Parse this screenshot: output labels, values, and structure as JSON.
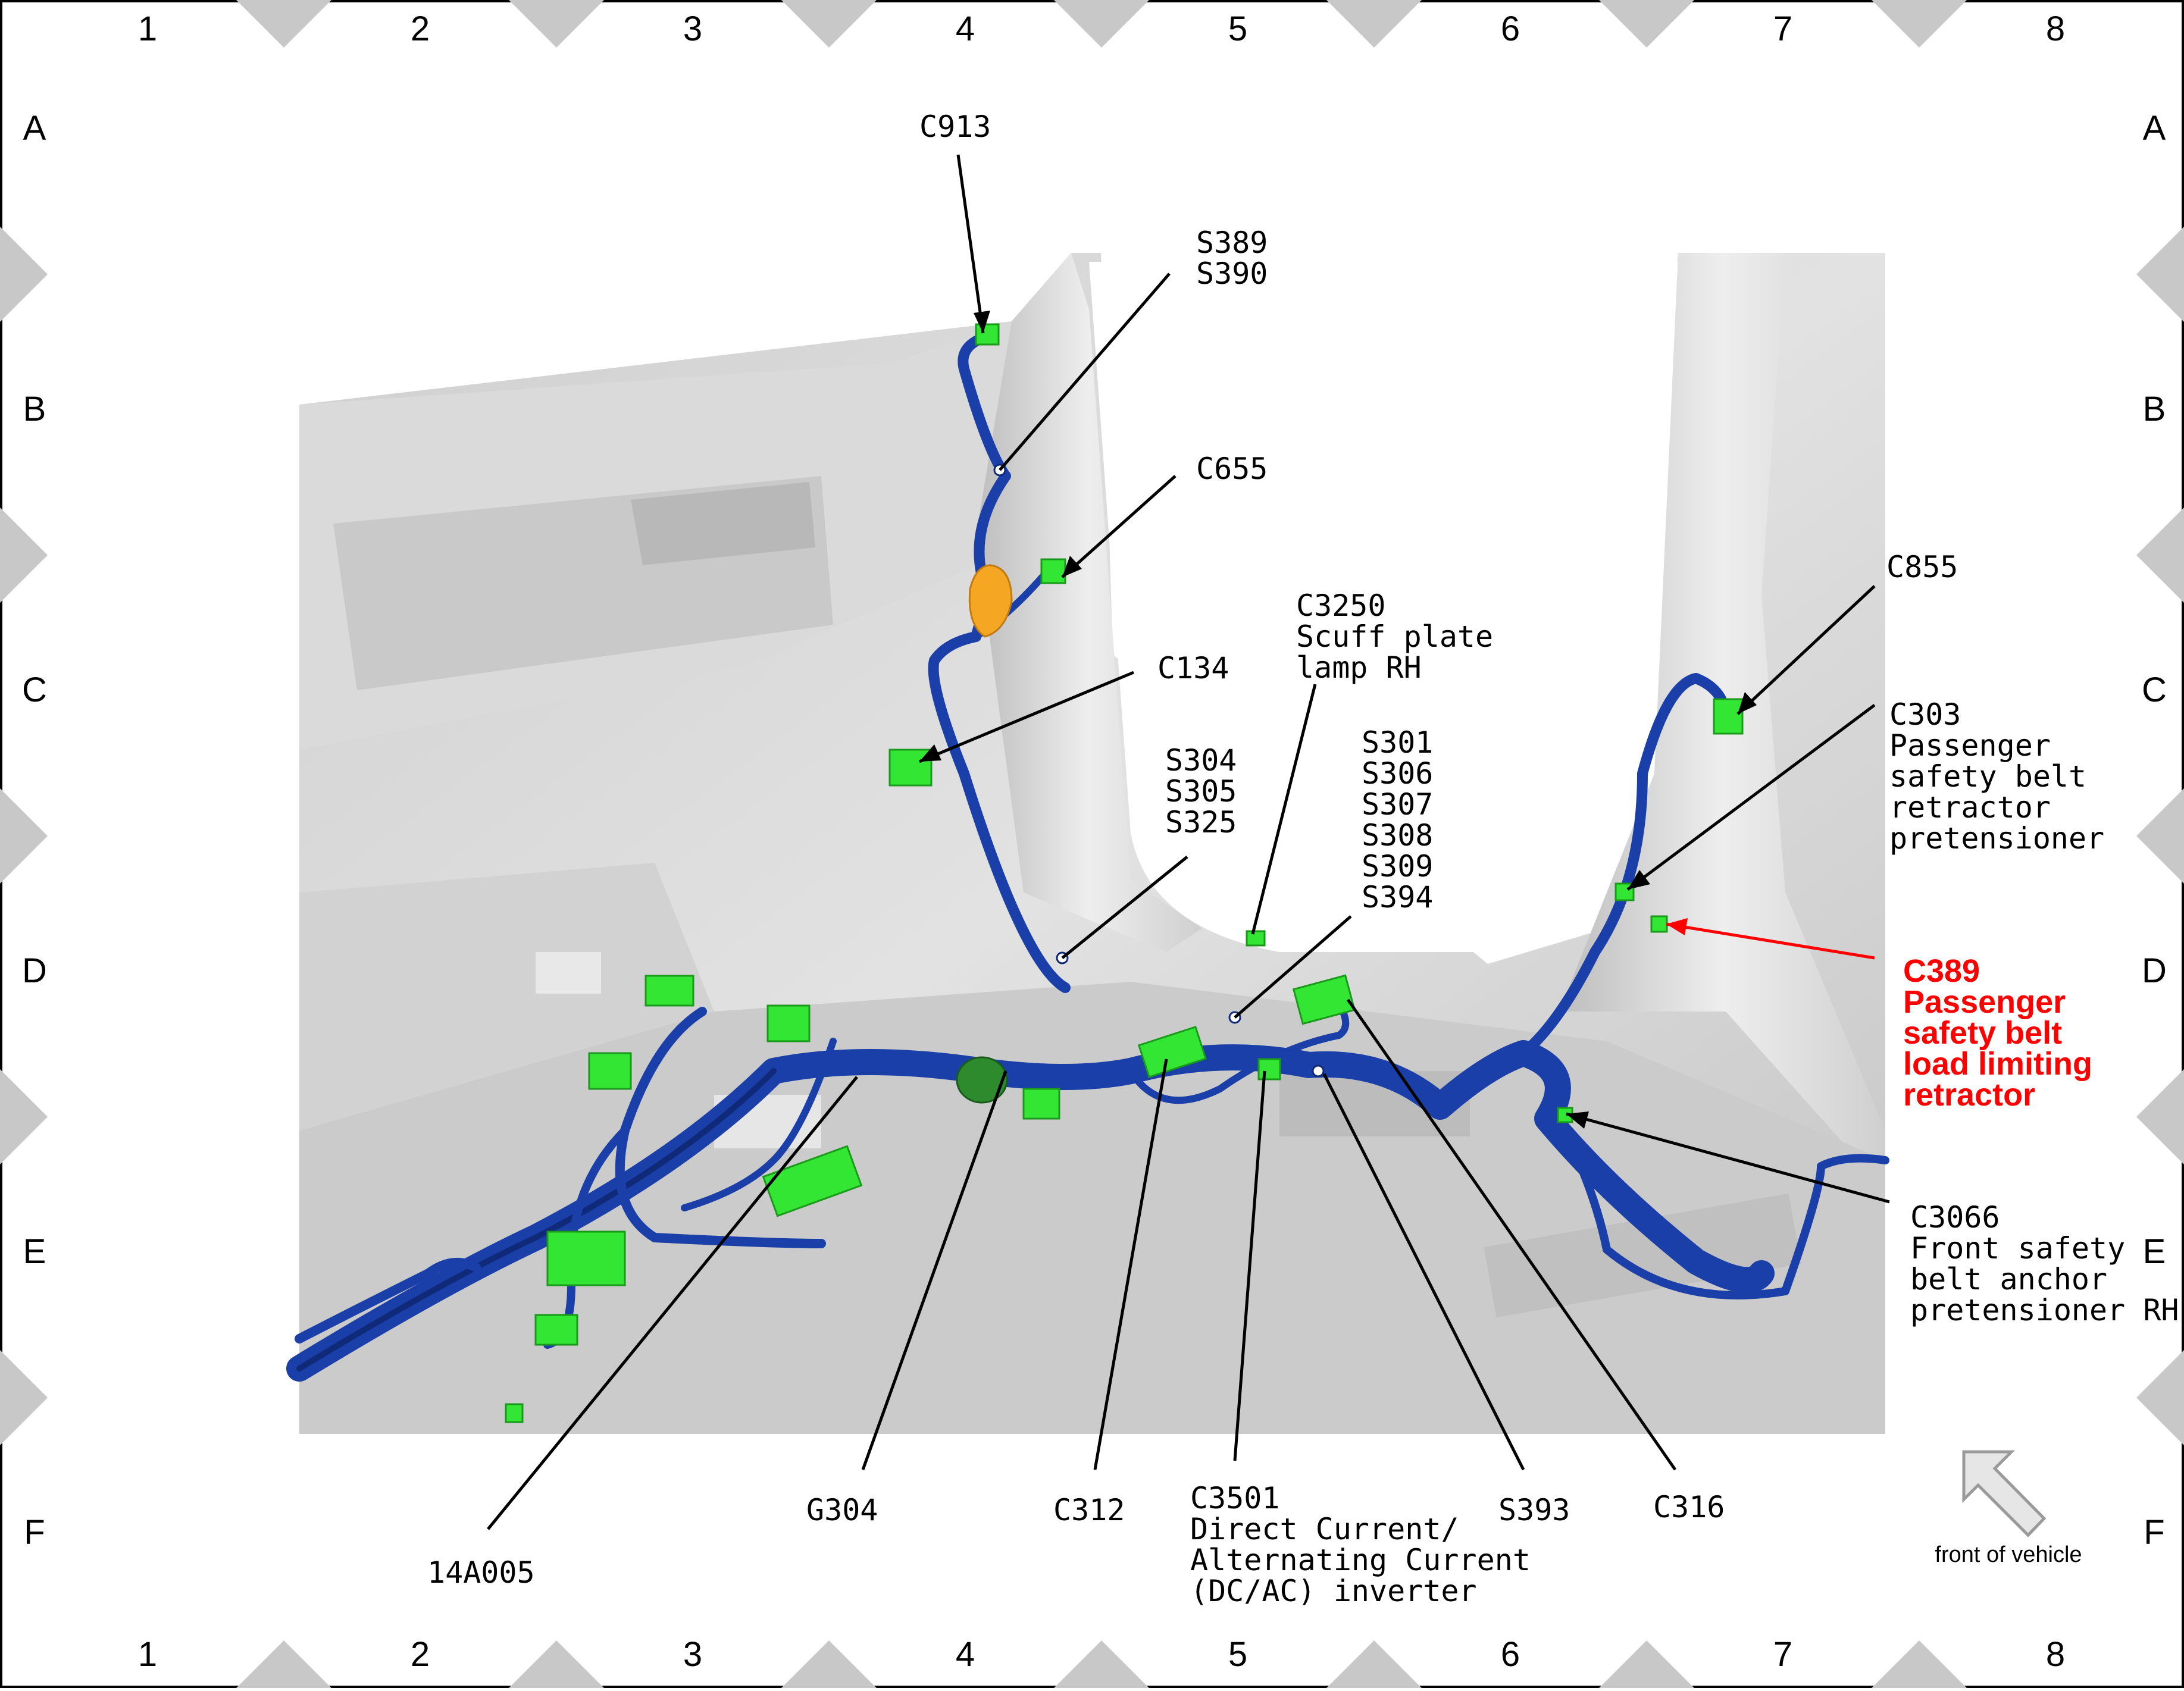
{
  "grid": {
    "columns": [
      "1",
      "2",
      "3",
      "4",
      "5",
      "6",
      "7",
      "8"
    ],
    "rows": [
      "A",
      "B",
      "C",
      "D",
      "E",
      "F"
    ]
  },
  "colors": {
    "harness": "#1a3fa8",
    "harness_dark": "#102a7a",
    "connector": "#33e633",
    "connector_edge": "#1a9a1a",
    "highlight": "#ff0000",
    "body": "#d6d6d6",
    "marker": "#c8c8c8",
    "orange_part": "#f5a623"
  },
  "callouts": {
    "c913": {
      "lines": [
        "C913"
      ]
    },
    "s389": {
      "lines": [
        "S389",
        "S390"
      ]
    },
    "c655": {
      "lines": [
        "C655"
      ]
    },
    "c134": {
      "lines": [
        "C134"
      ]
    },
    "c3250": {
      "lines": [
        "C3250",
        "Scuff plate",
        "lamp RH"
      ]
    },
    "s304": {
      "lines": [
        "S304",
        "S305",
        "S325"
      ]
    },
    "s301": {
      "lines": [
        "S301",
        "S306",
        "S307",
        "S308",
        "S309",
        "S394"
      ]
    },
    "c855": {
      "lines": [
        "C855"
      ]
    },
    "c303": {
      "lines": [
        "C303",
        "Passenger",
        "safety belt",
        "retractor",
        "pretensioner"
      ]
    },
    "c389": {
      "lines": [
        "C389",
        "Passenger",
        "safety belt",
        "load limiting",
        "retractor"
      ],
      "highlighted": true
    },
    "c3066": {
      "lines": [
        "C3066",
        "Front safety",
        "belt anchor",
        "pretensioner RH"
      ]
    },
    "a14a005": {
      "lines": [
        "14A005"
      ]
    },
    "g304": {
      "lines": [
        "G304"
      ]
    },
    "c312": {
      "lines": [
        "C312"
      ]
    },
    "c3501": {
      "lines": [
        "C3501",
        "Direct Current/",
        "Alternating Current",
        "(DC/AC) inverter"
      ]
    },
    "s393": {
      "lines": [
        "S393"
      ]
    },
    "c316": {
      "lines": [
        "C316"
      ]
    }
  },
  "orientation": {
    "label": "front of vehicle",
    "icon": "arrow-up-left-icon"
  }
}
